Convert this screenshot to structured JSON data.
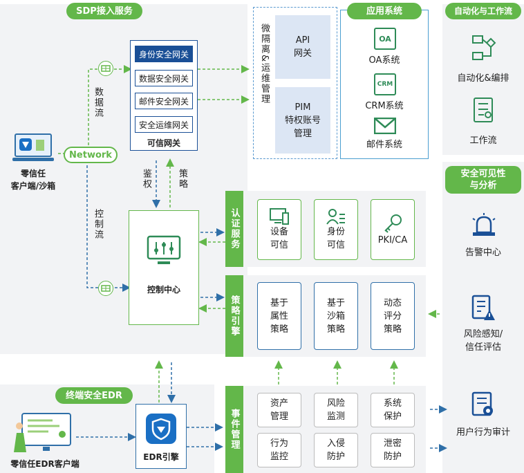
{
  "sdp": {
    "title": "SDP接入服务",
    "gateways": [
      "身份安全网关",
      "数据安全网关",
      "邮件安全网关",
      "安全运维网关"
    ],
    "gateway_group_label": "可信网关",
    "client_label": "零信任\n客户端/沙箱",
    "network_label": "Network",
    "data_flow_label": "数据流",
    "control_flow_label": "控制流",
    "auth_label": "鉴权",
    "policy_label": "策略",
    "control_center_label": "控制中心"
  },
  "micro": {
    "label": "微隔离&运维管理",
    "api": "API\n网关",
    "pim": "PIM\n特权账号\n管理"
  },
  "apps": {
    "title": "应用系统",
    "oa_icon_text": "OA",
    "oa": "OA系统",
    "crm_icon_text": "CRM",
    "crm": "CRM系统",
    "mail": "邮件系统"
  },
  "automation": {
    "title": "自动化与工作流",
    "orchestration": "自动化&编排",
    "workflow": "工作流"
  },
  "auth_service": {
    "label": "认证服务",
    "items": [
      {
        "line1": "设备",
        "line2": "可信"
      },
      {
        "line1": "身份",
        "line2": "可信"
      },
      {
        "line1": "PKI/CA",
        "line2": ""
      }
    ]
  },
  "policy_engine": {
    "label": "策略引擎",
    "items": [
      "基于\n属性\n策略",
      "基于\n沙箱\n策略",
      "动态\n评分\n策略"
    ]
  },
  "event_mgmt": {
    "label": "事件管理",
    "items": [
      "资产\n管理",
      "风险\n监测",
      "系统\n保护",
      "行为\n监控",
      "入侵\n防护",
      "泄密\n防护"
    ]
  },
  "visibility": {
    "title": "安全可见性\n与分析",
    "alert": "告警中心",
    "risk": "风险感知/\n信任评估",
    "audit": "用户行为审计"
  },
  "edr": {
    "title": "终端安全EDR",
    "client": "零信任EDR客户端",
    "engine": "EDR引擎"
  },
  "colors": {
    "green": "#63b74a",
    "blue": "#1a4f96",
    "mid_blue": "#2f6fa8",
    "panel": "#f2f3f5"
  }
}
